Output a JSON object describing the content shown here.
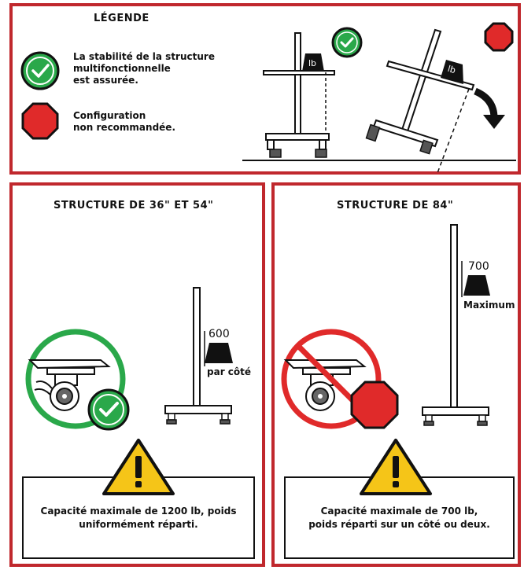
{
  "legend": {
    "title": "LÉGENDE",
    "ok_text_1": "La stabilité de la structure",
    "ok_text_2": "multifonctionnelle",
    "ok_text_3": "est assurée.",
    "no_text_1": "Configuration",
    "no_text_2": "non recommandée.",
    "weight_tag": "lb"
  },
  "left": {
    "title": "STRUCTURE DE 36\" ET 54\"",
    "weight": "600",
    "weight_note": "par côté",
    "caption_1": "Capacité maximale de 1200 lb, poids",
    "caption_2": "uniformément réparti."
  },
  "right": {
    "title": "STRUCTURE DE 84\"",
    "weight": "700",
    "weight_note": "Maximum",
    "caption_1": "Capacité maximale de 700 lb,",
    "caption_2": "poids réparti sur un côté ou deux."
  },
  "colors": {
    "frame_red": "#c0282d",
    "ok_green": "#2aa84a",
    "stop_red": "#e02a2a",
    "warning_yellow": "#f5c518"
  },
  "icons": [
    "checkmark-icon",
    "stop-octagon-icon",
    "warning-icon",
    "caster-wheel-icon",
    "rotation-arrow-icon"
  ]
}
